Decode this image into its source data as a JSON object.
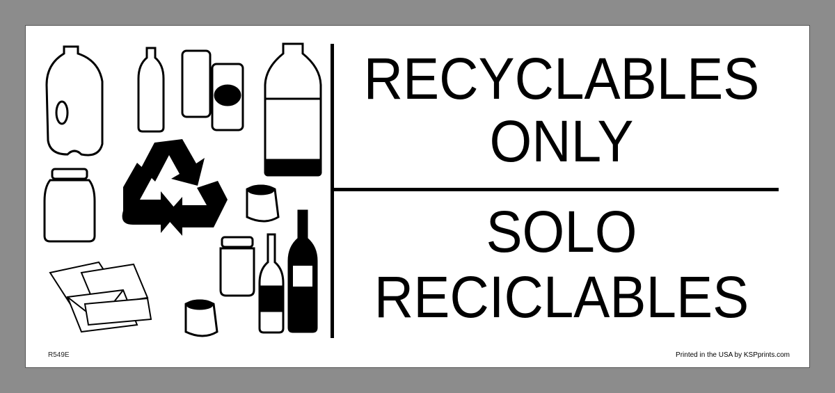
{
  "sign": {
    "english_line1": "RECYCLABLES",
    "english_line2": "ONLY",
    "spanish_line1": "SOLO",
    "spanish_line2": "RECICLABLES",
    "product_code": "R549E",
    "printer_credit": "Printed in the USA by KSPprints.com"
  },
  "colors": {
    "background": "#8c8c8c",
    "sign": "#ffffff",
    "ink": "#000000"
  }
}
